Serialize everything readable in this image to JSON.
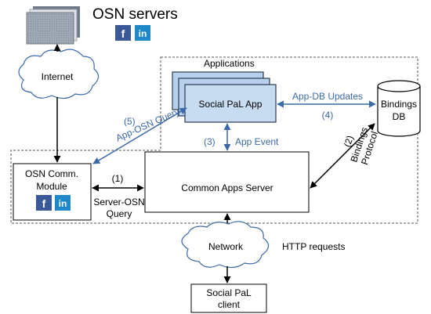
{
  "title": "OSN servers",
  "social_icons": {
    "facebook": "f",
    "linkedin": "in"
  },
  "colors": {
    "accent_blue": "#3c6aa8",
    "app_fill": "#b8d0ec",
    "app_front": "#c7dbf1",
    "server_fill": "#9fa8b4"
  },
  "nodes": {
    "internet": "Internet",
    "applications": "Applications",
    "social_pal_app": "Social PaL App",
    "bindings_db_line1": "Bindings",
    "bindings_db_line2": "DB",
    "osn_module_line1": "OSN Comm.",
    "osn_module_line2": "Module",
    "common_apps_server": "Common Apps Server",
    "network": "Network",
    "client_line1": "Social PaL",
    "client_line2": "client"
  },
  "edges": {
    "app_osn_num": "(5)",
    "app_osn_label": "App-OSN Query",
    "app_db_num": "(4)",
    "app_db_label": "App-DB Updates",
    "app_event_num": "(3)",
    "app_event_label": "App Event",
    "bindings_num": "(2)",
    "bindings_label1": "Bindings",
    "bindings_label2": "Protocol",
    "server_osn_num": "(1)",
    "server_osn_label1": "Server-OSN",
    "server_osn_label2": "Query",
    "http_label": "HTTP requests"
  }
}
